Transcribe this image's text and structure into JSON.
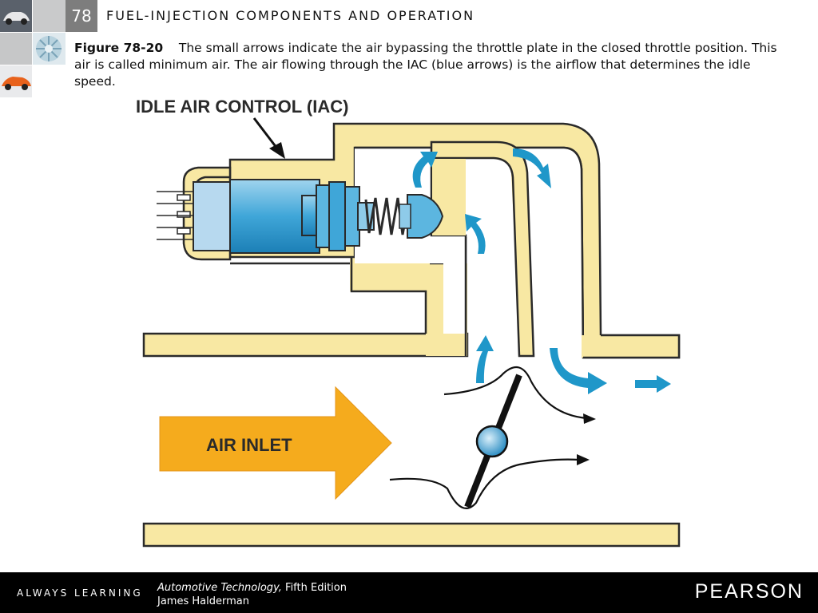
{
  "header": {
    "chapter_number": "78",
    "chapter_title": "FUEL-INJECTION COMPONENTS AND OPERATION"
  },
  "caption": {
    "figure_label": "Figure 78-20",
    "text": "The small arrows indicate the air bypassing the throttle plate in the closed throttle position. This air is called minimum air. The air flowing through the IAC (blue arrows) is the airflow that determines the idle speed."
  },
  "diagram": {
    "labels": {
      "iac": "IDLE AIR CONTROL (IAC)",
      "air_inlet": "AIR INLET"
    },
    "colors": {
      "housing": "#f8e8a3",
      "outline": "#2a2a2a",
      "air_inlet_arrow": "#f5ab1d",
      "iac_flow_arrows": "#1f97c9",
      "iac_body": "#5cb6e0",
      "connector": "#b7d9ef"
    }
  },
  "footer": {
    "tagline": "ALWAYS LEARNING",
    "book_title": "Automotive Technology,",
    "edition": "Fifth Edition",
    "author": "James Halderman",
    "publisher": "PEARSON"
  }
}
